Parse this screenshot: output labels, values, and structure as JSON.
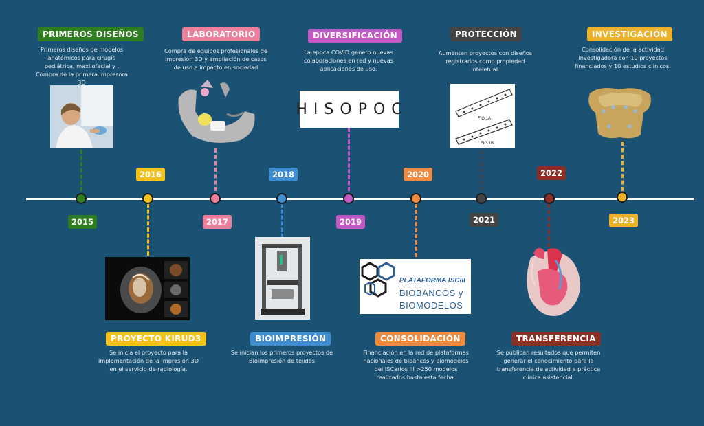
{
  "events": [
    {
      "year": "2015",
      "title": "PRIMEROS DISEÑOS",
      "desc": "Primeros diseños de modelos anatómicos para cirugía pediátrica, maxilofacial y . Compra de la primera impresora 3D",
      "color": "#2e7d1f"
    },
    {
      "year": "2016",
      "title": "PROYECTO KIRUD3",
      "desc": "Se inicia el proyecto para la implementación de la impresión 3D en el servicio de radiología.",
      "color": "#f4c21a"
    },
    {
      "year": "2017",
      "title": "LABORATORIO",
      "desc": "Compra de equipos profesionales de impresión 3D y ampliación de casos de uso e impacto en sociedad",
      "color": "#ee7f9c"
    },
    {
      "year": "2018",
      "title": "BIOIMPRESIÓN",
      "desc": "Se inician los primeros proyectos de Bioimpresión de tejidos",
      "color": "#3d8ccf"
    },
    {
      "year": "2019",
      "title": "DIVERSIFICACIÓN",
      "desc": "La epoca COVID genero nuevas colaboraciones en red y nuevas aplicaciones de uso.",
      "color": "#c358c5"
    },
    {
      "year": "2020",
      "title": "CONSOLIDACIÓN",
      "desc": "Financiación en la red de plataformas nacionales de bibancos y biomodelos del ISCarlos III >250 modelos realizados hasta esta fecha.",
      "color": "#f08a3e"
    },
    {
      "year": "2021",
      "title": "PROTECCIÓN",
      "desc": "Aumentan proyectos con diseños registrados como propiedad inteletual.",
      "color": "#444444"
    },
    {
      "year": "2022",
      "title": "TRANSFERENCIA",
      "desc": "Se publican resultados que permiten generar el conocimiento para la transferencia de actividad a práctica clínica asistencial.",
      "color": "#8a2f26"
    },
    {
      "year": "2023",
      "title": "INVESTIGACIÓN",
      "desc": "Consolidación de la actividad investigadora con 10 proyectos financiados y 10 estudios clínicos.",
      "color": "#eeb22a"
    }
  ],
  "logos": {
    "hisopoc": "HISOPOC",
    "plataforma_line1": "PLATAFORMA ISCIII",
    "plataforma_line2": "BIOBANCOS y",
    "plataforma_line3": "BIOMODELOS"
  },
  "patent": {
    "fig_a": "FIG.1A",
    "fig_b": "FIG.1B"
  }
}
